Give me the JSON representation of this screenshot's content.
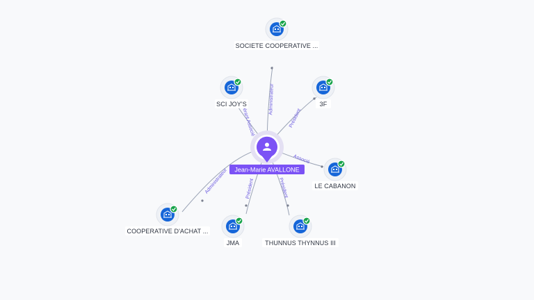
{
  "center": {
    "name": "Jean-Marie AVALLONE",
    "icon": "person-icon",
    "color": "#7b52f5"
  },
  "nodes": [
    {
      "id": "n1",
      "label": "SOCIETE COOPERATIVE ...",
      "role": "Administrateur",
      "icon": "building-icon",
      "verified": true
    },
    {
      "id": "n2",
      "label": "SCI JOY'S",
      "role": "Gérant Associé",
      "icon": "building-icon",
      "verified": true
    },
    {
      "id": "n3",
      "label": "3F",
      "role": "Président",
      "icon": "building-icon",
      "verified": true
    },
    {
      "id": "n4",
      "label": "LE CABANON",
      "role": "Associé",
      "icon": "building-icon",
      "verified": true
    },
    {
      "id": "n5",
      "label": "COOPERATIVE D'ACHAT ...",
      "role": "Administrateur",
      "icon": "building-icon",
      "verified": true
    },
    {
      "id": "n6",
      "label": "JMA",
      "role": "Président",
      "icon": "building-icon",
      "verified": true
    },
    {
      "id": "n7",
      "label": "THUNNUS THYNNUS III",
      "role": "Président",
      "icon": "building-icon",
      "verified": true
    }
  ],
  "colors": {
    "company": "#1565d8",
    "verified_badge": "#17a34a",
    "edge_label": "#6d5ce0"
  }
}
